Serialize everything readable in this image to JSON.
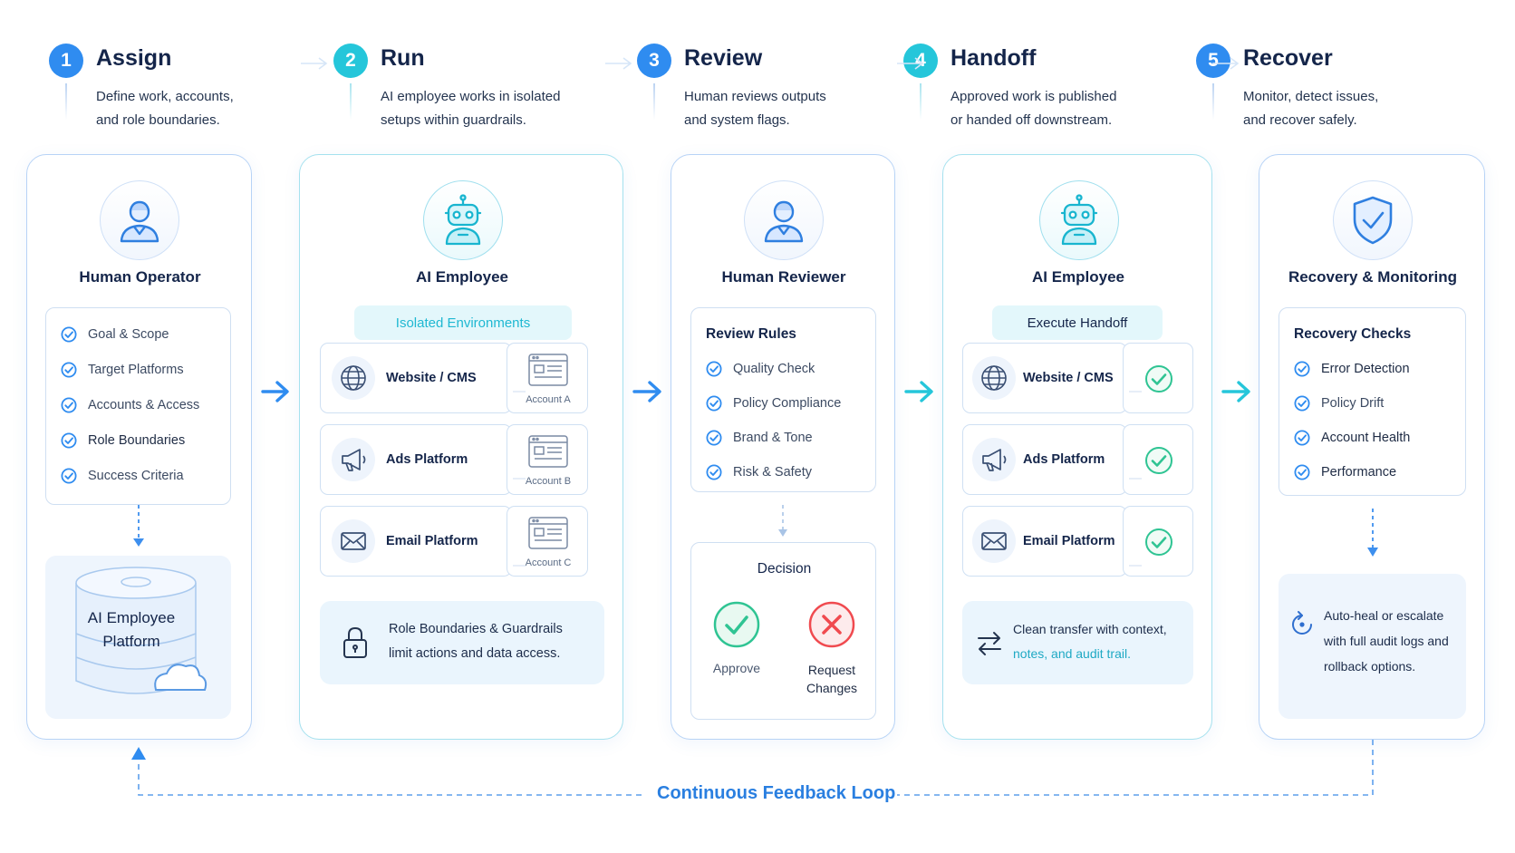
{
  "colors": {
    "blue": "#2f8cf0",
    "teal": "#25c6da",
    "green": "#2fc493",
    "red": "#f04a4f",
    "ink": "#14254a"
  },
  "stages": [
    {
      "num": "1",
      "title": "Assign",
      "desc": [
        "Define work, accounts,",
        "and role boundaries."
      ]
    },
    {
      "num": "2",
      "title": "Run",
      "desc": [
        "AI employee works in isolated",
        "setups within guardrails."
      ]
    },
    {
      "num": "3",
      "title": "Review",
      "desc": [
        "Human reviews outputs",
        "and system flags."
      ]
    },
    {
      "num": "4",
      "title": "Handoff",
      "desc": [
        "Approved work is published",
        "or handed off downstream."
      ]
    },
    {
      "num": "5",
      "title": "Recover",
      "desc": [
        "Monitor, detect issues,",
        "and recover safely."
      ]
    }
  ],
  "assign": {
    "role": "Human Operator",
    "icon": "person-icon",
    "checks": [
      "Goal & Scope",
      "Target Platforms",
      "Accounts & Access",
      "Role Boundaries",
      "Success Criteria"
    ],
    "platform": [
      "AI Employee",
      "Platform"
    ]
  },
  "run": {
    "role": "AI Employee",
    "icon": "robot-icon",
    "pill": "Isolated Environments",
    "platforms": [
      {
        "name": "Website / CMS",
        "account": "Account A",
        "icon": "globe-icon"
      },
      {
        "name": "Ads Platform",
        "account": "Account B",
        "icon": "megaphone-icon"
      },
      {
        "name": "Email Platform",
        "account": "Account C",
        "icon": "mail-icon"
      }
    ],
    "note": [
      "Role Boundaries & Guardrails",
      "limit actions and data access."
    ]
  },
  "review": {
    "role": "Human Reviewer",
    "icon": "person-icon",
    "rules_title": "Review Rules",
    "rules": [
      "Quality Check",
      "Policy Compliance",
      "Brand & Tone",
      "Risk & Safety"
    ],
    "decision_title": "Decision",
    "approve": "Approve",
    "request": [
      "Request",
      "Changes"
    ]
  },
  "handoff": {
    "role": "AI Employee",
    "icon": "robot-icon",
    "pill": "Execute Handoff",
    "platforms": [
      {
        "name": "Website / CMS",
        "icon": "globe-icon"
      },
      {
        "name": "Ads Platform",
        "icon": "megaphone-icon"
      },
      {
        "name": "Email Platform",
        "icon": "mail-icon"
      }
    ],
    "note": [
      "Clean transfer with context,",
      "notes, and audit trail."
    ]
  },
  "recover": {
    "role": "Recovery & Monitoring",
    "icon": "shield-icon",
    "checks_title": "Recovery Checks",
    "checks": [
      "Error Detection",
      "Policy Drift",
      "Account Health",
      "Performance"
    ],
    "note": [
      "Auto-heal or escalate",
      "with full audit logs and",
      "rollback options."
    ]
  },
  "loop_label": "Continuous Feedback Loop"
}
